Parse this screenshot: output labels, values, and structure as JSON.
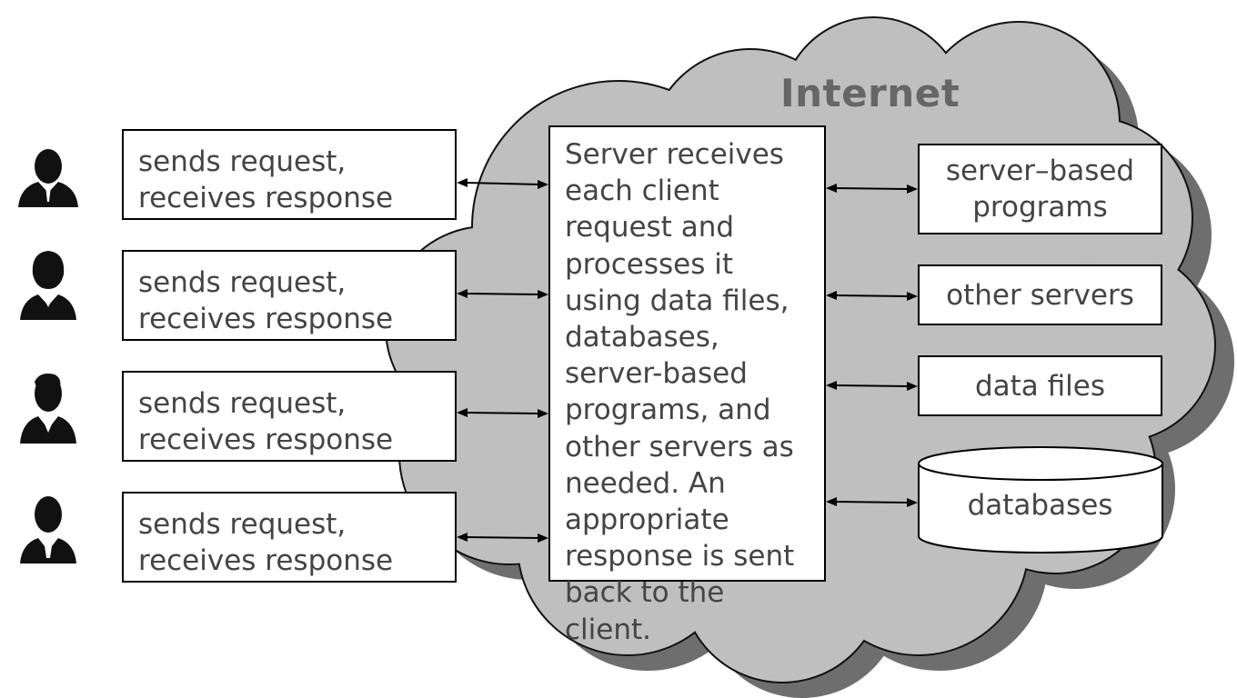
{
  "cloud": {
    "title": "Internet",
    "fill_color": "#bfbfbf",
    "shadow_color": "#6e6e6e"
  },
  "clients": [
    {
      "icon": "person-man-tie-icon",
      "line1": "sends request,",
      "line2": "receives response"
    },
    {
      "icon": "person-woman-icon",
      "line1": "sends request,",
      "line2": "receives response"
    },
    {
      "icon": "person-man-suit-icon",
      "line1": "sends request,",
      "line2": "receives response"
    },
    {
      "icon": "person-man-tie-icon",
      "line1": "sends request,",
      "line2": "receives response"
    }
  ],
  "server": {
    "text": "Server receives each client request and processes it using data files, databases, server-based programs, and other servers as needed. An appropriate response is sent back to the client."
  },
  "resources": [
    {
      "name": "server-based-programs",
      "label": "server–based programs"
    },
    {
      "name": "other-servers",
      "label": "other servers"
    },
    {
      "name": "data-files",
      "label": "data files"
    },
    {
      "name": "databases",
      "label": "databases",
      "shape": "cylinder"
    }
  ]
}
